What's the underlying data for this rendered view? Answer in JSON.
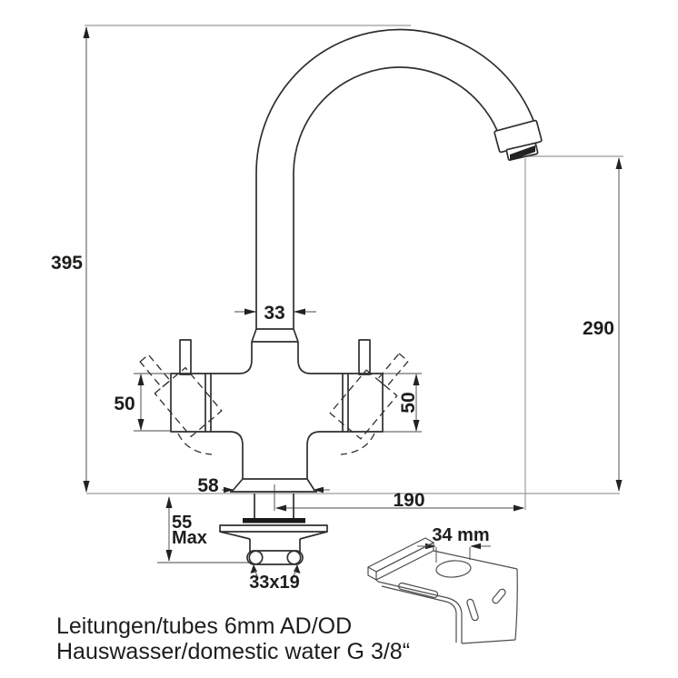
{
  "drawing": {
    "kind": "technical dimension drawing",
    "subject": "two-handle kitchen mixer tap with gooseneck spout and mounting bracket detail"
  },
  "dims": {
    "total_height": "395",
    "spout_tube_width": "33",
    "outlet_height": "290",
    "handle_left": "50",
    "handle_right": "50",
    "base_width": "58",
    "spout_reach": "190",
    "deck_value": "55",
    "deck_suffix": "Max",
    "shank_size": "33x19",
    "bracket_hole": "34 mm"
  },
  "caption": {
    "line1": "Leitungen/tubes 6mm AD/OD",
    "line2": "Hauswasser/domestic water G 3/8“"
  },
  "colors": {
    "background": "#ffffff",
    "ink": "#1d1d1b",
    "faucet_outline": "#2f2f2f",
    "reference_line": "#9a9a9a",
    "dimension_line": "#6e6e6e",
    "sketch_line": "#4d4d4d"
  }
}
